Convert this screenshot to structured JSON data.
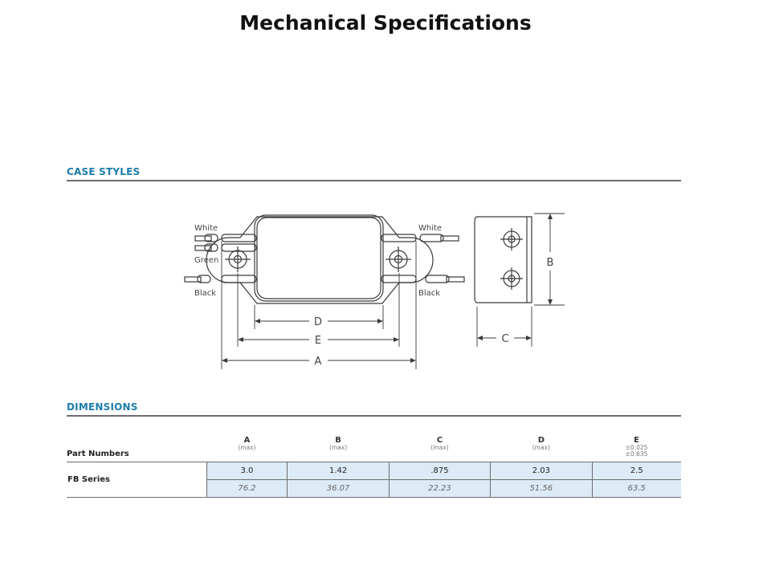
{
  "page": {
    "title": "Mechanical Specifications"
  },
  "case_styles": {
    "heading": "CASE STYLES",
    "wire_labels": {
      "left_top": "White",
      "left_middle": "Green",
      "left_bottom": "Black",
      "right_top": "White",
      "right_bottom": "Black"
    },
    "dimension_letters": {
      "d": "D",
      "e": "E",
      "a": "A",
      "b": "B",
      "c": "C"
    }
  },
  "dimensions": {
    "heading": "DIMENSIONS",
    "row_header": "Part Numbers",
    "columns": [
      {
        "letter": "A",
        "sub": "(max)",
        "sub2": ""
      },
      {
        "letter": "B",
        "sub": "(max)",
        "sub2": ""
      },
      {
        "letter": "C",
        "sub": "(max)",
        "sub2": ""
      },
      {
        "letter": "D",
        "sub": "(max)",
        "sub2": ""
      },
      {
        "letter": "E",
        "sub": "±0.025",
        "sub2": "±0.635"
      }
    ],
    "rows": [
      {
        "label": "FB Series",
        "inches": [
          "3.0",
          "1.42",
          ".875",
          "2.03",
          "2.5"
        ],
        "mm": [
          "76.2",
          "36.07",
          "22.23",
          "51.56",
          "63.5"
        ]
      }
    ]
  }
}
